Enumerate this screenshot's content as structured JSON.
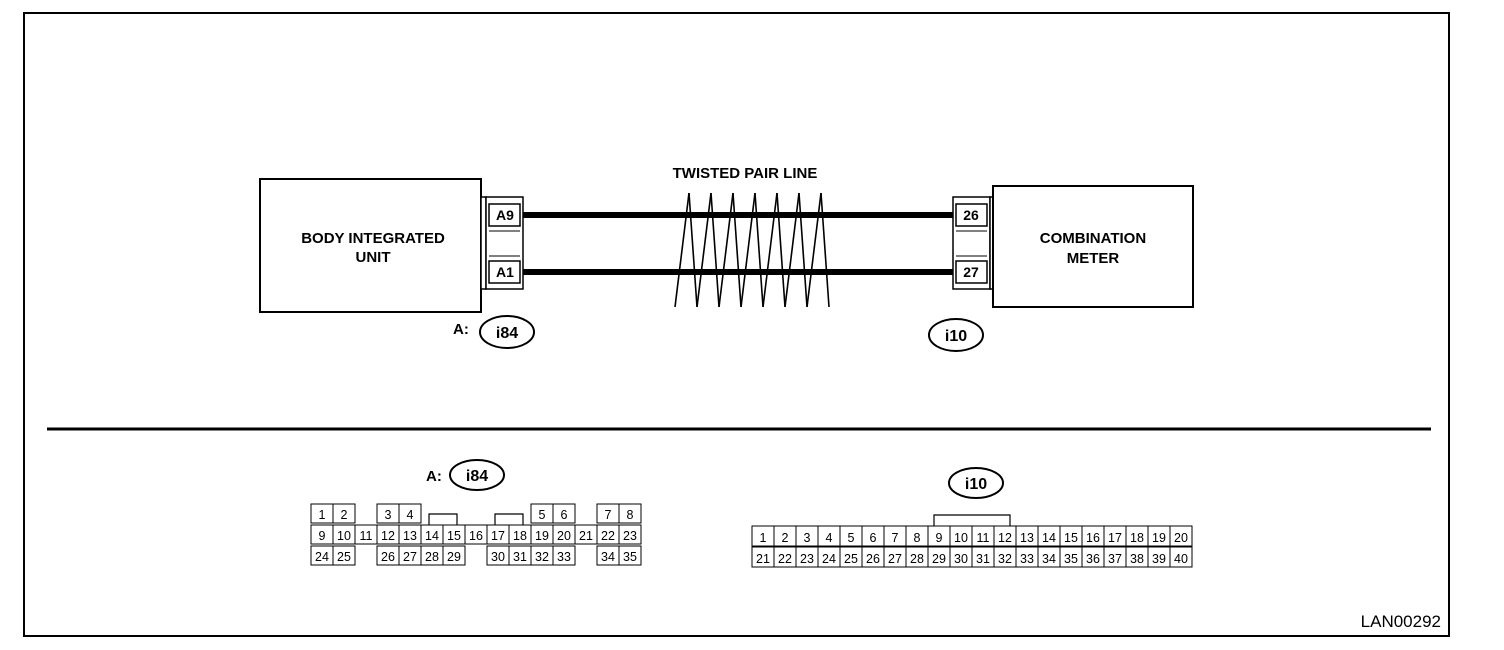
{
  "wire_label": "TWISTED PAIR LINE",
  "figure_id": "LAN00292",
  "left_unit": {
    "name_line1": "BODY INTEGRATED",
    "name_line2": "UNIT",
    "pin_top": "A9",
    "pin_bottom": "A1",
    "connector_prefix": "A:",
    "connector_code": "i84"
  },
  "right_unit": {
    "name_line1": "COMBINATION",
    "name_line2": "METER",
    "pin_top": "26",
    "pin_bottom": "27",
    "connector_code": "i10"
  },
  "connector_i84_face": {
    "prefix": "A:",
    "code": "i84",
    "row1": [
      "1",
      "2",
      "",
      "3",
      "4",
      "",
      "",
      "",
      "",
      "5",
      "6",
      "",
      "7",
      "8"
    ],
    "row2": [
      "9",
      "10",
      "11",
      "12",
      "13",
      "14",
      "15",
      "16",
      "17",
      "18",
      "19",
      "20",
      "21",
      "22",
      "23"
    ],
    "row3": [
      "24",
      "25",
      "",
      "26",
      "27",
      "28",
      "29",
      "",
      "30",
      "31",
      "32",
      "33",
      "",
      "34",
      "35"
    ]
  },
  "connector_i10_face": {
    "code": "i10",
    "row1": [
      "1",
      "2",
      "3",
      "4",
      "5",
      "6",
      "7",
      "8",
      "9",
      "10",
      "11",
      "12",
      "13",
      "14",
      "15",
      "16",
      "17",
      "18",
      "19",
      "20"
    ],
    "row2": [
      "21",
      "22",
      "23",
      "24",
      "25",
      "26",
      "27",
      "28",
      "29",
      "30",
      "31",
      "32",
      "33",
      "34",
      "35",
      "36",
      "37",
      "38",
      "39",
      "40"
    ]
  }
}
